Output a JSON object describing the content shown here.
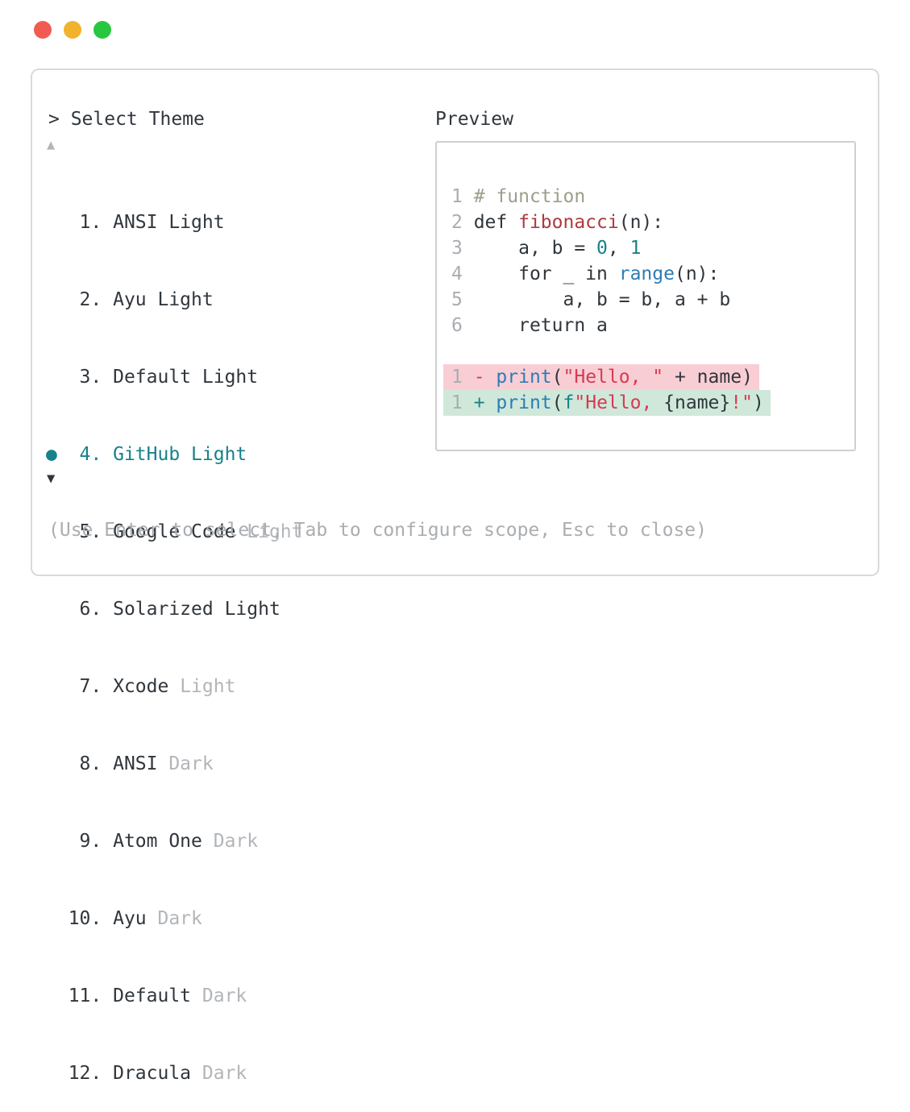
{
  "colors": {
    "accent_teal": "#17828a",
    "text_dark": "#30363c",
    "text_dim": "#b2b5b9",
    "diff_removed_bg": "#f8ced4",
    "diff_added_bg": "#cfe8da",
    "traffic_close": "#f25c50",
    "traffic_minimize": "#f0b32b",
    "traffic_maximize": "#28c73f"
  },
  "theme_picker": {
    "title": "> Select Theme",
    "scroll_up": "▲",
    "scroll_down": "▼",
    "items": [
      {
        "bullet": "  ",
        "num": " 1. ",
        "name": "ANSI",
        "variant": " Light",
        "variant_class": "",
        "row_class": ""
      },
      {
        "bullet": "  ",
        "num": " 2. ",
        "name": "Ayu",
        "variant": " Light",
        "variant_class": "",
        "row_class": ""
      },
      {
        "bullet": "  ",
        "num": " 3. ",
        "name": "Default",
        "variant": " Light",
        "variant_class": "",
        "row_class": ""
      },
      {
        "bullet": "● ",
        "num": " 4. ",
        "name": "GitHub",
        "variant": " Light",
        "variant_class": "",
        "row_class": "selected"
      },
      {
        "bullet": "  ",
        "num": " 5. ",
        "name": "Google Code",
        "variant": " Light",
        "variant_class": "dim",
        "row_class": ""
      },
      {
        "bullet": "  ",
        "num": " 6. ",
        "name": "Solarized",
        "variant": " Light",
        "variant_class": "",
        "row_class": ""
      },
      {
        "bullet": "  ",
        "num": " 7. ",
        "name": "Xcode",
        "variant": " Light",
        "variant_class": "dim",
        "row_class": ""
      },
      {
        "bullet": "  ",
        "num": " 8. ",
        "name": "ANSI",
        "variant": " Dark",
        "variant_class": "dim",
        "row_class": ""
      },
      {
        "bullet": "  ",
        "num": " 9. ",
        "name": "Atom One",
        "variant": " Dark",
        "variant_class": "dim",
        "row_class": ""
      },
      {
        "bullet": "  ",
        "num": "10. ",
        "name": "Ayu",
        "variant": " Dark",
        "variant_class": "dim",
        "row_class": ""
      },
      {
        "bullet": "  ",
        "num": "11. ",
        "name": "Default",
        "variant": " Dark",
        "variant_class": "dim",
        "row_class": ""
      },
      {
        "bullet": "  ",
        "num": "12. ",
        "name": "Dracula",
        "variant": " Dark",
        "variant_class": "dim",
        "row_class": ""
      }
    ]
  },
  "preview": {
    "label": "Preview",
    "code_lines": [
      {
        "num": "1",
        "tokens": [
          {
            "t": "# function",
            "c": "comment"
          }
        ]
      },
      {
        "num": "2",
        "tokens": [
          {
            "t": "def ",
            "c": "plain"
          },
          {
            "t": "fibonacci",
            "c": "func"
          },
          {
            "t": "(n):",
            "c": "plain"
          }
        ]
      },
      {
        "num": "3",
        "tokens": [
          {
            "t": "    a, b = ",
            "c": "plain"
          },
          {
            "t": "0",
            "c": "number"
          },
          {
            "t": ", ",
            "c": "plain"
          },
          {
            "t": "1",
            "c": "number"
          }
        ]
      },
      {
        "num": "4",
        "tokens": [
          {
            "t": "    for _ in ",
            "c": "plain"
          },
          {
            "t": "range",
            "c": "builtin"
          },
          {
            "t": "(n):",
            "c": "plain"
          }
        ]
      },
      {
        "num": "5",
        "tokens": [
          {
            "t": "        a, b = b, a + b",
            "c": "plain"
          }
        ]
      },
      {
        "num": "6",
        "tokens": [
          {
            "t": "    return a",
            "c": "plain"
          }
        ]
      }
    ],
    "diff_lines": [
      {
        "num": "1",
        "bg": "removed",
        "tokens": [
          {
            "t": "- ",
            "c": "removed-marker"
          },
          {
            "t": "print",
            "c": "builtin"
          },
          {
            "t": "(",
            "c": "plain"
          },
          {
            "t": "\"Hello, \"",
            "c": "string"
          },
          {
            "t": " + name)",
            "c": "plain"
          }
        ]
      },
      {
        "num": "1",
        "bg": "added",
        "tokens": [
          {
            "t": "+ ",
            "c": "added-marker"
          },
          {
            "t": "print",
            "c": "builtin"
          },
          {
            "t": "(",
            "c": "plain"
          },
          {
            "t": "f",
            "c": "number"
          },
          {
            "t": "\"Hello, ",
            "c": "string"
          },
          {
            "t": "{name}",
            "c": "plain"
          },
          {
            "t": "!\"",
            "c": "string"
          },
          {
            "t": ")",
            "c": "plain"
          }
        ]
      }
    ]
  },
  "footer": {
    "hint": "(Use Enter to select, Tab to configure scope, Esc to close)"
  }
}
